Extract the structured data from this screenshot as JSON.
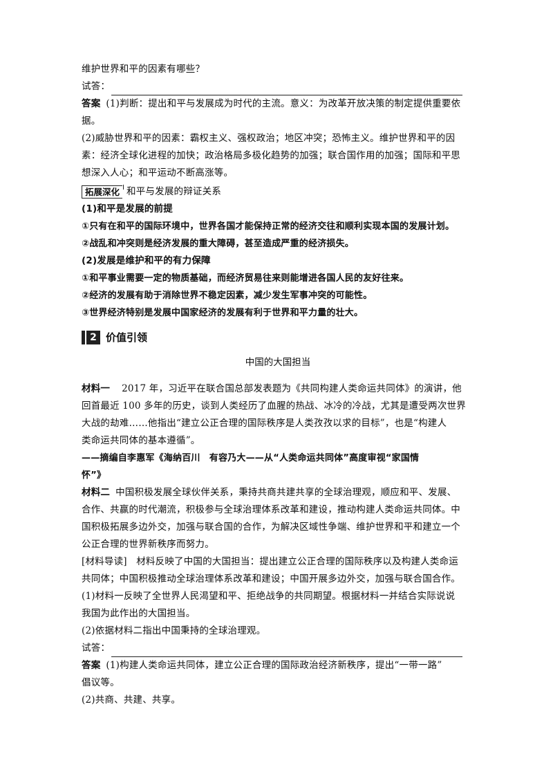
{
  "q_end": "维护世界和平的因素有哪些？",
  "answer_prompt_1": "试答：",
  "answer1": {
    "label": "答案",
    "p1": "(1)判断：提出和平与发展成为时代的主流。意义：为改革开放决策的制定提供重要依",
    "p1b": "据。",
    "p2": "(2)威胁世界和平的因素：霸权主义、强权政治；地区冲突；恐怖主义。维护世界和平的因",
    "p2b": "素：经济全球化进程的加快；政治格局多极化趋势的加强；联合国作用的加强；国际和平思",
    "p2c": "想深入人心；和平运动不断高涨等。"
  },
  "expand": {
    "tag": "拓展深化",
    "title": "和平与发展的辩证关系",
    "h1": "(1)和平是发展的前提",
    "i1": "①只有在和平的国际环境中，世界各国才能保持正常的经济交往和顺利实现本国的发展计划。",
    "i2": "②战乱和冲突则是经济发展的重大障碍，甚至造成严重的经济损失。",
    "h2": "(2)发展是维护和平的有力保障",
    "i3": "①和平事业需要一定的物质基础，而经济贸易往来则能增进各国人民的友好往来。",
    "i4": "②经济的发展有助于消除世界不稳定因素，减少发生军事冲突的可能性。",
    "i5": "③世界经济特别是发展中国家经济的发展有利于世界和平力量的壮大。"
  },
  "section2": {
    "num": "2",
    "title": "价值引领",
    "center_title": "中国的大国担当",
    "m1_label": "材料一",
    "m1_l1": "2017 年，习近平在联合国总部发表题为《共同构建人类命运共同体》的演讲，他",
    "m1_l2": "回首最近 100 多年的历史，谈到人类经历了血腥的热战、冰冷的冷战，尤其是遭受两次世界",
    "m1_l3": "大战的劫难……他指出“建立公正合理的国际秩序是人类孜孜以求的目标”，也是“构建人",
    "m1_l4": "类命运共同体的基本遵循”。",
    "source_l1": "——摘编自李惠军《海纳百川　有容乃大——从“人类命运共同体”高度审视“家国情",
    "source_l2": "怀”》",
    "m2_label": "材料二",
    "m2_l1": "中国积极发展全球伙伴关系，秉持共商共建共享的全球治理观，顺应和平、发展、",
    "m2_l2": "合作、共赢的时代潮流，积极参与全球治理体系改革和建设，推动构建人类命运共同体。中",
    "m2_l3": "国积极拓展多边外交，加强与联合国的合作，为解决区域性争端、维护世界和平和建立一个",
    "m2_l4": "公正合理的世界新秩序而努力。",
    "guide_label": "[材料导读]",
    "guide_l1": "材料反映了中国的大国担当：提出建立公正合理的国际秩序以及构建人类命运",
    "guide_l2": "共同体；中国积极推动全球治理体系改革和建设；中国开展多边外交，加强与联合国合作。",
    "q1_l1": "(1)材料一反映了全世界人民渴望和平、拒绝战争的共同期望。根据材料一并结合实际说说",
    "q1_l2": "我国为此作出的大国担当。",
    "q2": "(2)依据材料二指出中国秉持的全球治理观。",
    "answer_prompt_2": "试答：",
    "ans_label": "答案",
    "ans_l1": "(1)构建人类命运共同体，建立公正合理的国际政治经济新秩序，提出“一带一路”",
    "ans_l2": "倡议等。",
    "ans_l3": "(2)共商、共建、共享。"
  }
}
